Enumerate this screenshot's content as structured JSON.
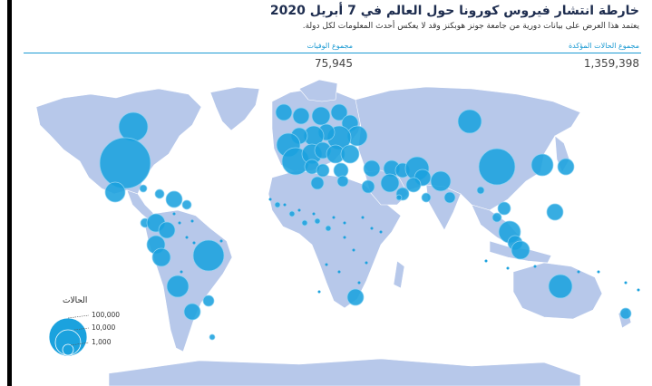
{
  "header": {
    "title": "خارطة انتشار فيروس كورونا حول العالم في 7 أبريل 2020",
    "subtitle": "يعتمد هذا العرض على بيانات دورية من جامعة جونز هوبكنز وقد لا يعكس أحدث المعلومات لكل دولة."
  },
  "stats": {
    "confirmed_label": "مجموع الحالات المؤكدة",
    "confirmed_value": "1,359,398",
    "deaths_label": "مجموع الوفيات",
    "deaths_value": "75,945"
  },
  "legend": {
    "title": "الحالات",
    "items": [
      {
        "label": "100,000"
      },
      {
        "label": "10,000"
      },
      {
        "label": "1,000"
      }
    ]
  },
  "colors": {
    "land": "#b7c8ea",
    "bubble_fill": "#1ba2de",
    "bubble_stroke": "#8fd3f2",
    "accent": "#1d9bd3",
    "title": "#1e2d4f"
  },
  "icons": {
    "left_edge": "vertical-bar"
  }
}
